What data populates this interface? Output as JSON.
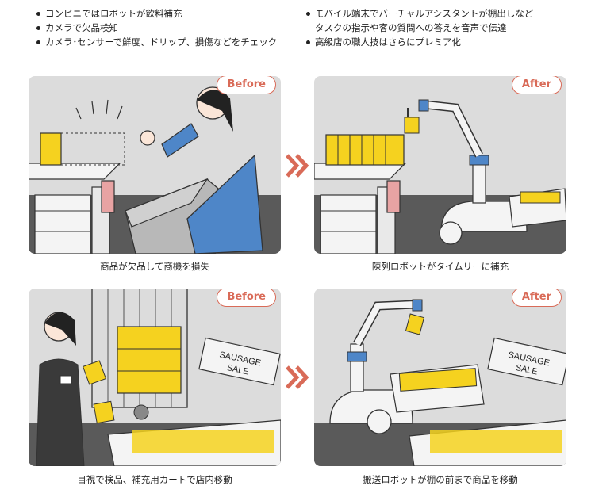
{
  "bullets_left": [
    "コンビニではロボットが飲料補充",
    "カメラで欠品検知",
    "カメラ･センサーで鮮度、ドリップ、損傷などをチェック"
  ],
  "bullets_right": [
    {
      "text": "モバイル端末でバーチャルアシスタントが棚出しなど",
      "cont": "タスクの指示や客の質問への答えを音声で伝達"
    },
    {
      "text": "高級店の職人技はさらにプレミア化"
    }
  ],
  "panels": {
    "top_left": {
      "badge": "Before",
      "caption": "商品が欠品して商機を損失"
    },
    "top_right": {
      "badge": "After",
      "caption": "陳列ロボットがタイムリーに補充"
    },
    "bottom_left": {
      "badge": "Before",
      "caption": "目視で検品、補充用カートで店内移動"
    },
    "bottom_right": {
      "badge": "After",
      "caption": "搬送ロボットが棚の前まで商品を移動"
    }
  },
  "signs": {
    "left": [
      "SAUSAGE",
      "SALE"
    ],
    "right": [
      "SAUSAGE",
      "SALE"
    ]
  },
  "colors": {
    "accent": "#d96b58",
    "panel_bg": "#dcdcdc",
    "yellow": "#f5d21f",
    "blue": "#4e86c8"
  }
}
